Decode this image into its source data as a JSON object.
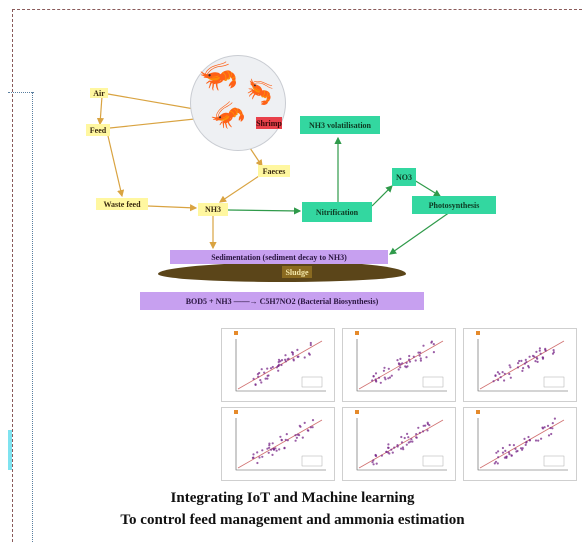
{
  "labels": {
    "air": "Air",
    "feed": "Feed",
    "waste_feed": "Waste feed",
    "shrimp": "Shrimp",
    "faeces": "Faeces",
    "nh3_main": "NH3",
    "nh3_volatilisation": "NH3 volatilisation",
    "nitrification": "Nitrification",
    "no3": "NO3",
    "photosynthesis": "Photosynthesis",
    "sedimentation": "Sedimentation (sediment decay to NH3)",
    "sludge": "Sludge",
    "equation": "BOD5 + NH3 ——→ C5H7NO2 (Bacterial Biosynthesis)"
  },
  "caption": {
    "line1": "Integrating IoT and Machine learning",
    "line2": "To control feed management and ammonia estimation"
  },
  "colors": {
    "yellow_box": "#fff7a0",
    "green_box": "#33d7a0",
    "purple_box": "#c7a0f0",
    "red_box": "#e8404a",
    "arrow_orange": "#d9a341",
    "arrow_green": "#2f9a4a",
    "sludge": "#5b4519",
    "scatter_points": "#7a2a8a",
    "fit_line": "#d07070"
  },
  "icons": [
    "shrimp-icon"
  ]
}
